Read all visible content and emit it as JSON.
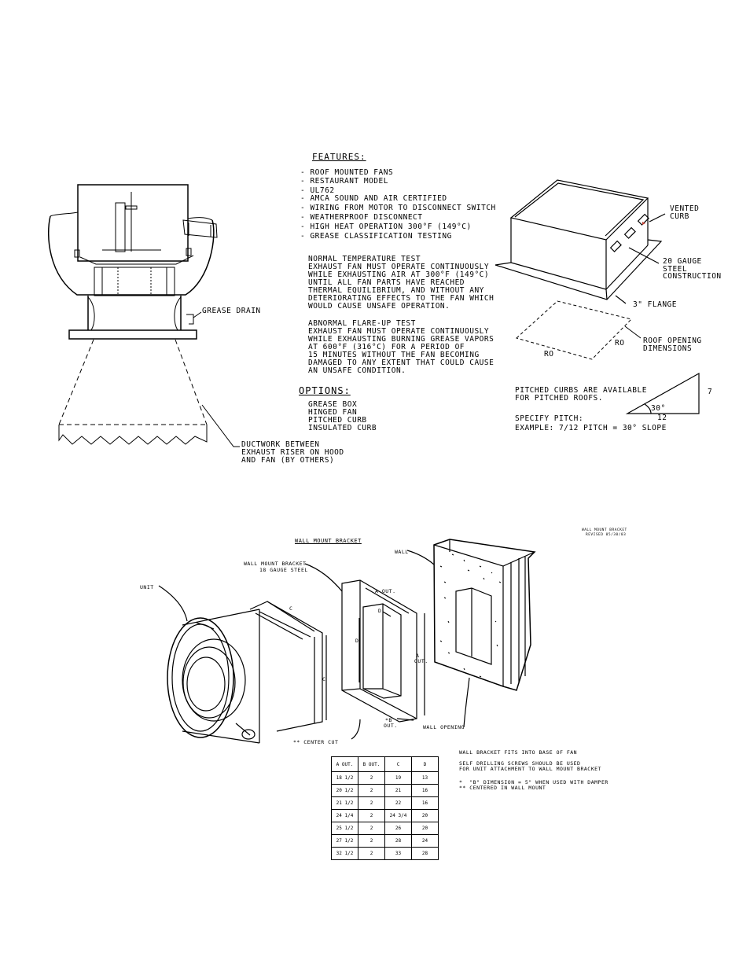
{
  "features": {
    "heading": "FEATURES:",
    "items": [
      "- ROOF MOUNTED FANS",
      "- RESTAURANT MODEL",
      "- UL762",
      "- AMCA SOUND AND AIR CERTIFIED",
      "- WIRING FROM MOTOR TO DISCONNECT SWITCH",
      "- WEATHERPROOF DISCONNECT",
      "- HIGH HEAT OPERATION 300°F (149°C)",
      "- GREASE CLASSIFICATION TESTING"
    ]
  },
  "tests": {
    "normal": [
      "NORMAL TEMPERATURE TEST",
      "EXHAUST FAN MUST OPERATE CONTINUOUSLY",
      "WHILE EXHAUSTING AIR AT 300°F (149°C)",
      "UNTIL ALL FAN PARTS HAVE REACHED",
      "THERMAL EQUILIBRIUM, AND WITHOUT ANY",
      "DETERIORATING EFFECTS TO THE FAN WHICH",
      "WOULD CAUSE UNSAFE OPERATION."
    ],
    "abnormal": [
      "ABNORMAL FLARE-UP TEST",
      "EXHAUST FAN MUST OPERATE CONTINUOUSLY",
      "WHILE EXHAUSTING BURNING GREASE VAPORS",
      "AT 600°F (316°C) FOR A PERIOD OF",
      "15 MINUTES WITHOUT THE FAN BECOMING",
      "DAMAGED TO ANY EXTENT THAT COULD CAUSE",
      "AN UNSAFE CONDITION."
    ]
  },
  "options": {
    "heading": "OPTIONS:",
    "items": [
      "GREASE BOX",
      "HINGED FAN",
      "PITCHED CURB",
      "INSULATED CURB"
    ]
  },
  "fan_labels": {
    "grease_drain": "GREASE DRAIN",
    "ductwork": [
      "DUCTWORK BETWEEN",
      "EXHAUST RISER ON HOOD",
      "AND FAN (BY OTHERS)"
    ]
  },
  "curb_labels": {
    "vented": [
      "VENTED",
      "CURB"
    ],
    "gauge": [
      "20 GAUGE",
      "STEEL",
      "CONSTRUCTION"
    ],
    "flange": "3\" FLANGE",
    "roof_opening": [
      "ROOF OPENING",
      "DIMENSIONS"
    ],
    "ro": "RO"
  },
  "pitch": {
    "text1": [
      "PITCHED CURBS ARE AVAILABLE",
      "FOR PITCHED ROOFS."
    ],
    "text2": [
      "SPECIFY PITCH:",
      "EXAMPLE: 7/12 PITCH = 30° SLOPE"
    ],
    "rise": "7",
    "run": "12",
    "angle": "30°"
  },
  "wall_mount": {
    "title": "WALL MOUNT BRACKET",
    "revision": [
      "WALL MOUNT BRACKET",
      "REVISED 05/30/03"
    ],
    "labels": {
      "wall": "WALL",
      "bracket": [
        "WALL MOUNT BRACKET",
        "18 GAUGE STEEL"
      ],
      "unit": "UNIT",
      "a_out": "A OUT.",
      "a_out_v": [
        "A",
        "OUT."
      ],
      "b_out": [
        "*B",
        "OUT."
      ],
      "c": "C",
      "d": "D",
      "wall_opening": "WALL OPENING",
      "center_cut": "** CENTER CUT"
    },
    "notes": [
      "WALL BRACKET FITS INTO BASE OF FAN",
      "",
      "SELF DRILLING SCREWS SHOULD BE USED",
      "FOR UNIT ATTACHMENT TO WALL MOUNT BRACKET",
      "",
      "*  \"B\" DIMENSION = 5\" WHEN USED WITH DAMPER",
      "** CENTERED IN WALL MOUNT"
    ],
    "table": {
      "headers": [
        "A OUT.",
        "B OUT.",
        "C",
        "D"
      ],
      "rows": [
        [
          "18 1/2",
          "2",
          "19",
          "13"
        ],
        [
          "20 1/2",
          "2",
          "21",
          "16"
        ],
        [
          "21 1/2",
          "2",
          "22",
          "16"
        ],
        [
          "24 1/4",
          "2",
          "24 3/4",
          "20"
        ],
        [
          "25 1/2",
          "2",
          "26",
          "20"
        ],
        [
          "27 1/2",
          "2",
          "28",
          "24"
        ],
        [
          "32 1/2",
          "2",
          "33",
          "28"
        ]
      ]
    }
  }
}
